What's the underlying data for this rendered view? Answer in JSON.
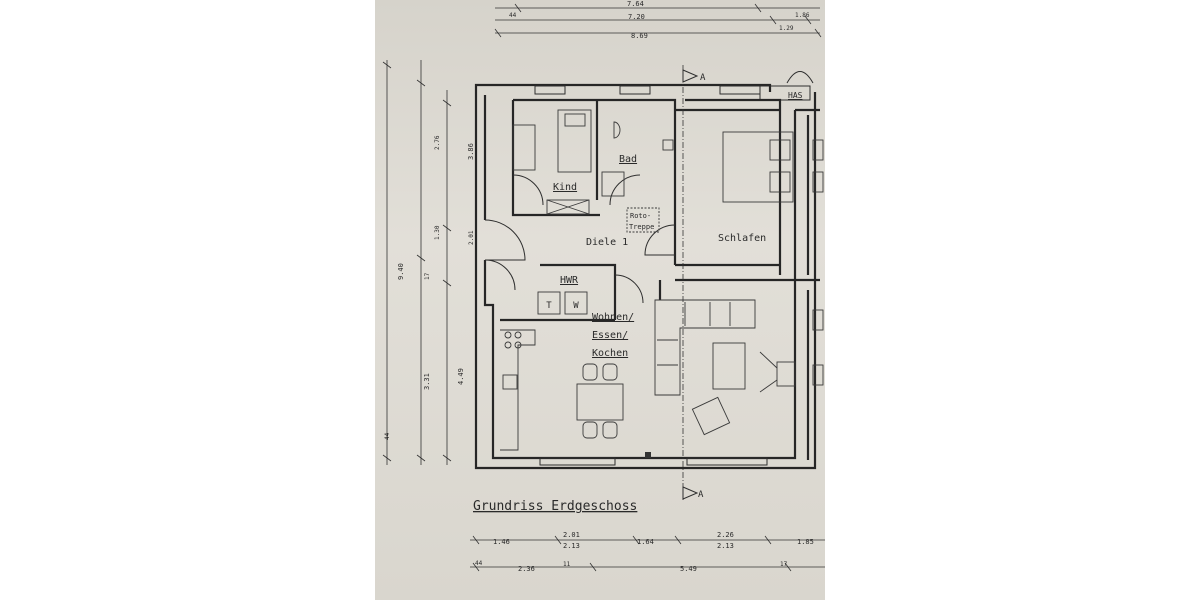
{
  "plan_title": "Grundriss Erdgeschoss",
  "rooms": {
    "kind": "Kind",
    "bad": "Bad",
    "schlafen": "Schlafen",
    "diele": "Diele 1",
    "hwr": "HWR",
    "wohnen_1": "Wohnen/",
    "wohnen_2": "Essen/",
    "wohnen_3": "Kochen",
    "roto_1": "Roto-",
    "roto_2": "Treppe",
    "has": "HAS",
    "appliance_t": "T",
    "appliance_w": "W"
  },
  "section_marker": "A",
  "dimensions": {
    "top_1": "7.64",
    "top_2": "7.20",
    "top_3": "8.69",
    "top_4": "44",
    "top_5": "1.86",
    "top_6": "1.29",
    "bottom_1": "1.46",
    "bottom_2": "2.01",
    "bottom_3": "2.13",
    "bottom_4": "1.64",
    "bottom_5": "2.26",
    "bottom_6": "2.13",
    "bottom_7": "1.85",
    "bottom_8": "44",
    "bottom_9": "2.36",
    "bottom_10": "11",
    "bottom_11": "5.49",
    "bottom_12": "17",
    "left_1": "9.40",
    "left_2": "3.31",
    "left_3": "4.49",
    "left_4": "3.86",
    "left_5": "2.76",
    "left_6": "2.01",
    "left_7": "44",
    "left_8": "1.30",
    "left_9": "17"
  }
}
